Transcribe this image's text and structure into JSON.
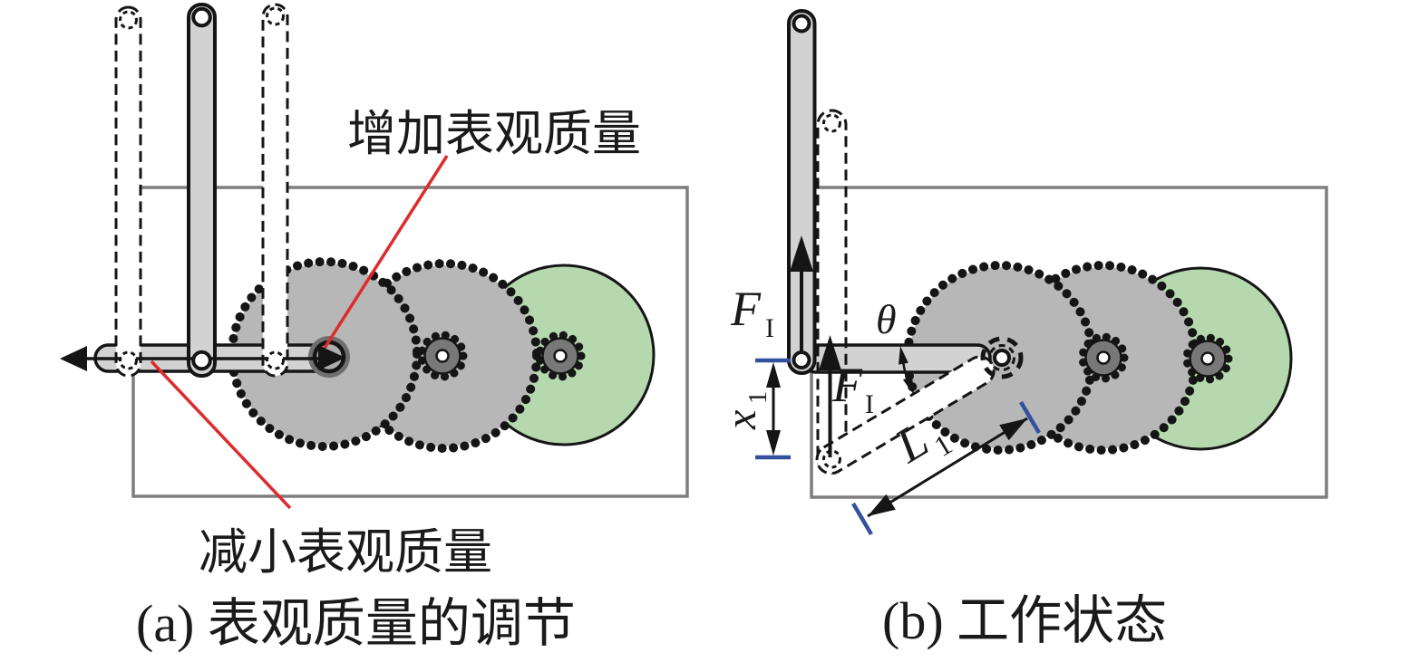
{
  "figure_a": {
    "caption": "(a) 表观质量的调节",
    "annotation_increase": "增加表观质量",
    "annotation_decrease": "减小表观质量"
  },
  "figure_b": {
    "caption": "(b) 工作状态",
    "labels": {
      "force_main": "F",
      "force_sub": "I",
      "theta": "θ",
      "displacement_main": "x",
      "displacement_sub": "1",
      "length_main": "L",
      "length_sub": "1"
    }
  },
  "colors": {
    "annotation_red": "#dd2c2c",
    "dimension_blue": "#33519f",
    "disc_green": "#b6d8ae",
    "gear_gray": "#b7b7b7",
    "pinion_gray": "#787878",
    "lever_gray": "#d2d2d2",
    "housing_gray": "#7e7e7e"
  }
}
